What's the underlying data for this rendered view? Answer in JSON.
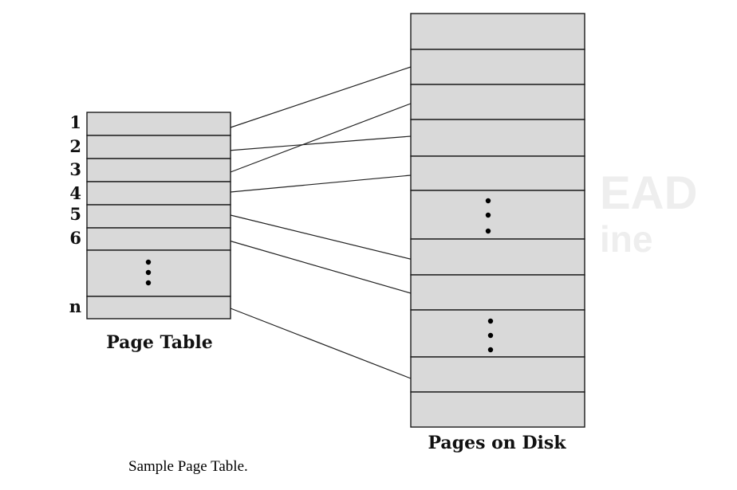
{
  "page_table": {
    "title": "Page Table",
    "row_labels": [
      "1",
      "2",
      "3",
      "4",
      "5",
      "6",
      "",
      "n"
    ],
    "ellipsis_row": 6
  },
  "disk": {
    "title": "Pages on Disk",
    "ellipsis_rows": [
      5,
      8
    ]
  },
  "mappings": [
    {
      "from_row": 1,
      "to_row": 2
    },
    {
      "from_row": 2,
      "to_row": 4
    },
    {
      "from_row": 3,
      "to_row": 3
    },
    {
      "from_row": 4,
      "to_row": 5
    },
    {
      "from_row": 5,
      "to_row": 7
    },
    {
      "from_row": 6,
      "to_row": 8
    },
    {
      "from_row": 8,
      "to_row": 10
    }
  ],
  "watermark": [
    "EAD",
    "ine"
  ],
  "caption": "Sample Page Table.",
  "colors": {
    "cell_fill": "#d9d9d9",
    "stroke": "#1a1a1a"
  }
}
